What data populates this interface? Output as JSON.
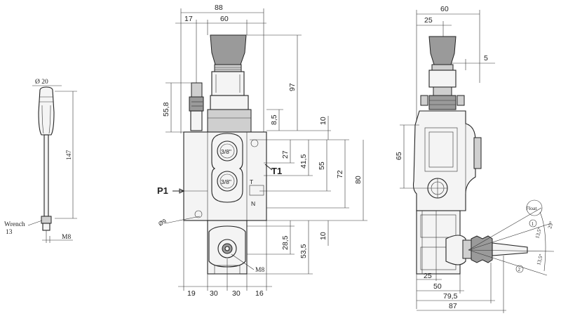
{
  "handle": {
    "diameter": "Ø 20",
    "height": "147",
    "wrench_line1": "Wrench",
    "wrench_line2": "13",
    "thread": "M8"
  },
  "front": {
    "top": {
      "overall": "88",
      "left": "17",
      "width": "60"
    },
    "left": {
      "lever_height": "55,8"
    },
    "right": {
      "total_height": "97",
      "d85": "8,5",
      "d10a": "10",
      "d27": "27",
      "d415": "41,5",
      "d55": "55",
      "d72": "72",
      "d80": "80",
      "d10b": "10",
      "d285": "28,5",
      "d535": "53,5"
    },
    "ports": {
      "port1": "3/8\"",
      "port2": "3/8\""
    },
    "labels": {
      "p1": "P1",
      "t1": "T1",
      "t": "T",
      "n": "N",
      "hole": "Ø9",
      "m8": "M8"
    },
    "bottom": [
      "19",
      "30",
      "30",
      "16"
    ]
  },
  "side": {
    "top": {
      "overall": "60",
      "d25": "25",
      "d5": "5"
    },
    "left": {
      "d65": "65"
    },
    "bottom": {
      "d25": "25",
      "d50": "50",
      "d795": "79,5",
      "d87": "87"
    },
    "angles": {
      "float": "Float",
      "a1": "25°",
      "a2": "13,5°",
      "a3": "13,5°",
      "p1": "1",
      "p2": "2"
    }
  }
}
